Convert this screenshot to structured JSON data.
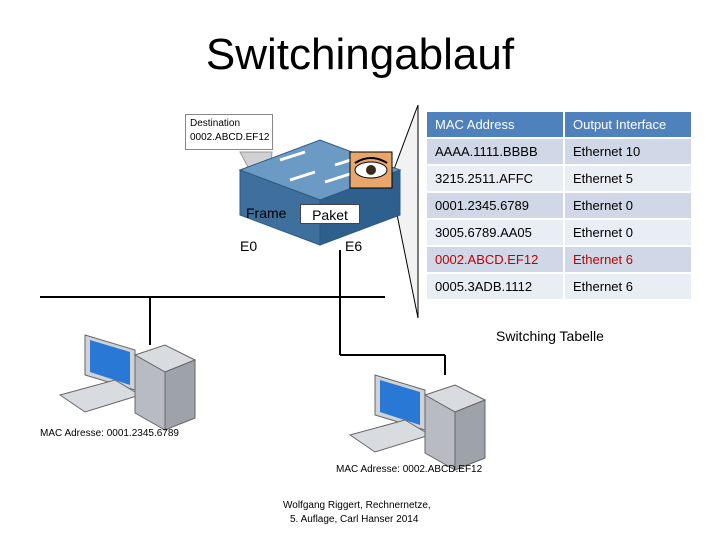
{
  "title": "Switchingablauf",
  "destination": {
    "line1": "Destination",
    "line2": "0002.ABCD.EF12"
  },
  "frame_label": "Frame",
  "packet_label": "Paket",
  "ports": {
    "left": "E0",
    "right": "E6"
  },
  "table": {
    "headers": [
      "MAC Address",
      "Output Interface"
    ],
    "rows": [
      {
        "mac": "AAAA.1111.BBBB",
        "iface": "Ethernet 10",
        "highlight": false
      },
      {
        "mac": "3215.2511.AFFC",
        "iface": "Ethernet 5",
        "highlight": false
      },
      {
        "mac": "0001.2345.6789",
        "iface": "Ethernet 0",
        "highlight": false
      },
      {
        "mac": "3005.6789.AA05",
        "iface": "Ethernet 0",
        "highlight": false
      },
      {
        "mac": "0002.ABCD.EF12",
        "iface": "Ethernet 6",
        "highlight": true
      },
      {
        "mac": "0005.3ADB.1112",
        "iface": "Ethernet 6",
        "highlight": false
      }
    ],
    "caption": "Switching Tabelle"
  },
  "hosts": {
    "left_mac": "MAC Adresse: 0001.2345.6789",
    "right_mac": "MAC Adresse: 0002.ABCD.EF12"
  },
  "credit": {
    "line1": "Wolfgang Riggert, Rechnernetze,",
    "line2": "5. Auflage, Carl Hanser 2014"
  },
  "colors": {
    "header": "#4f81bd",
    "row_odd": "#d0d8e8",
    "row_even": "#e9edf4",
    "highlight_text": "#c00000",
    "switch": "#4a7fb0"
  }
}
